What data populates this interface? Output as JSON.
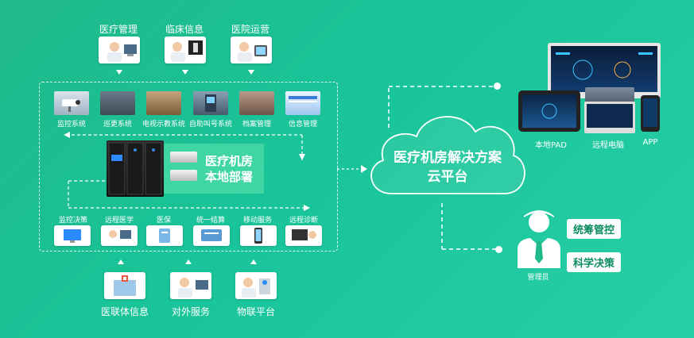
{
  "top_roles": [
    "医疗管理",
    "临床信息",
    "医院运营"
  ],
  "top_systems": [
    "监控系统",
    "巡更系统",
    "电视示教系统",
    "自助叫号系统",
    "档案管理",
    "信息管理"
  ],
  "center": {
    "line1": "医疗机房",
    "line2": "本地部署"
  },
  "bottom_systems": [
    "监控决策",
    "远程医学",
    "医保",
    "统一结算",
    "移动服务",
    "远程诊断"
  ],
  "bottom_sources": [
    "医联体信息",
    "对外服务",
    "物联平台"
  ],
  "cloud": {
    "line1": "医疗机房解决方案",
    "line2": "云平台"
  },
  "devices": [
    "本地PAD",
    "远程电脑",
    "APP"
  ],
  "admin": {
    "label": "管理员",
    "tags": [
      "统筹管控",
      "科学决策"
    ]
  }
}
